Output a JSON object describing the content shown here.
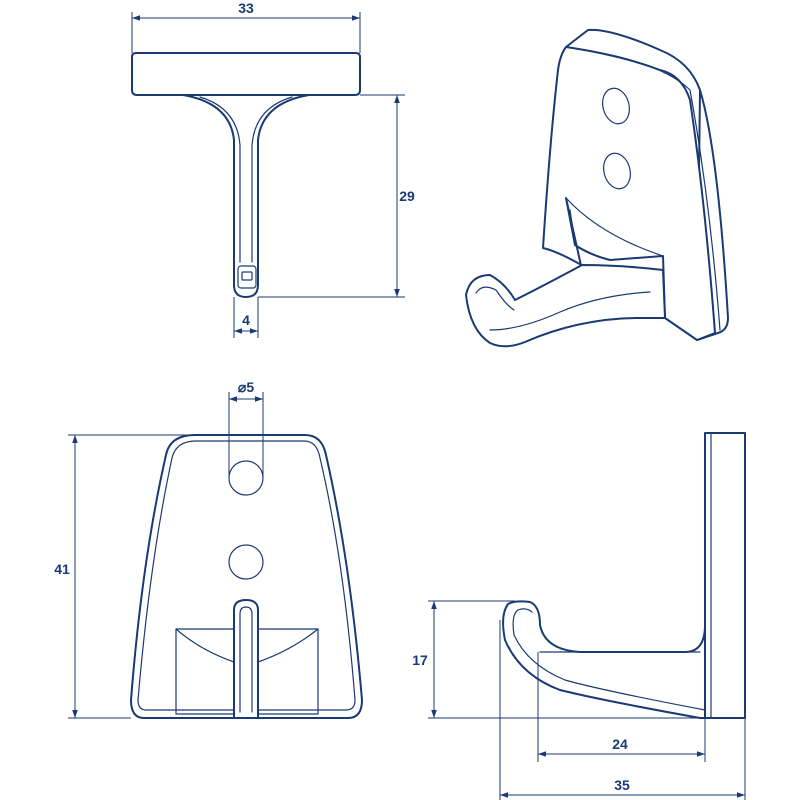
{
  "colors": {
    "line": "#1a3a73",
    "background": "#ffffff"
  },
  "dimensions": {
    "top_width": "33",
    "top_height": "29",
    "top_stem": "4",
    "hole_diameter": "⌀5",
    "front_height": "41",
    "side_hook_height": "17",
    "side_hook_depth": "24",
    "side_total_depth": "35"
  }
}
